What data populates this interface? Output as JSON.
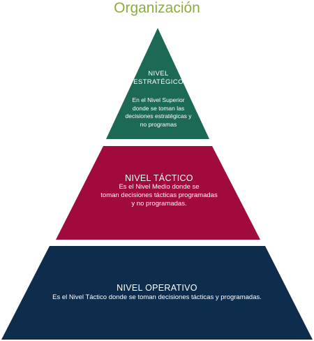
{
  "title": "Organización",
  "colors": {
    "title": "#8aae39",
    "top": "#1c6a55",
    "middle": "#a10a3d",
    "bottom": "#0e2c4b",
    "text": "#ffffff"
  },
  "levels": [
    {
      "heading_line1": "NIVEL",
      "heading_line2": "ESTRATÉGICO",
      "desc_line1": "En el Nivel Superior",
      "desc_line2": "donde se toman las",
      "desc_line3": "decisiones estratégicas y",
      "desc_line4": "no programas"
    },
    {
      "heading": "NIVEL TÁCTICO",
      "desc_line1": "Es el Nivel Medio donde se",
      "desc_line2": "toman decisiones tácticas programadas",
      "desc_line3": "y no programadas."
    },
    {
      "heading": "NIVEL OPERATIVO",
      "desc_line1": "Es el Nivel Táctico donde se toman decisiones tácticas y programadas."
    }
  ]
}
